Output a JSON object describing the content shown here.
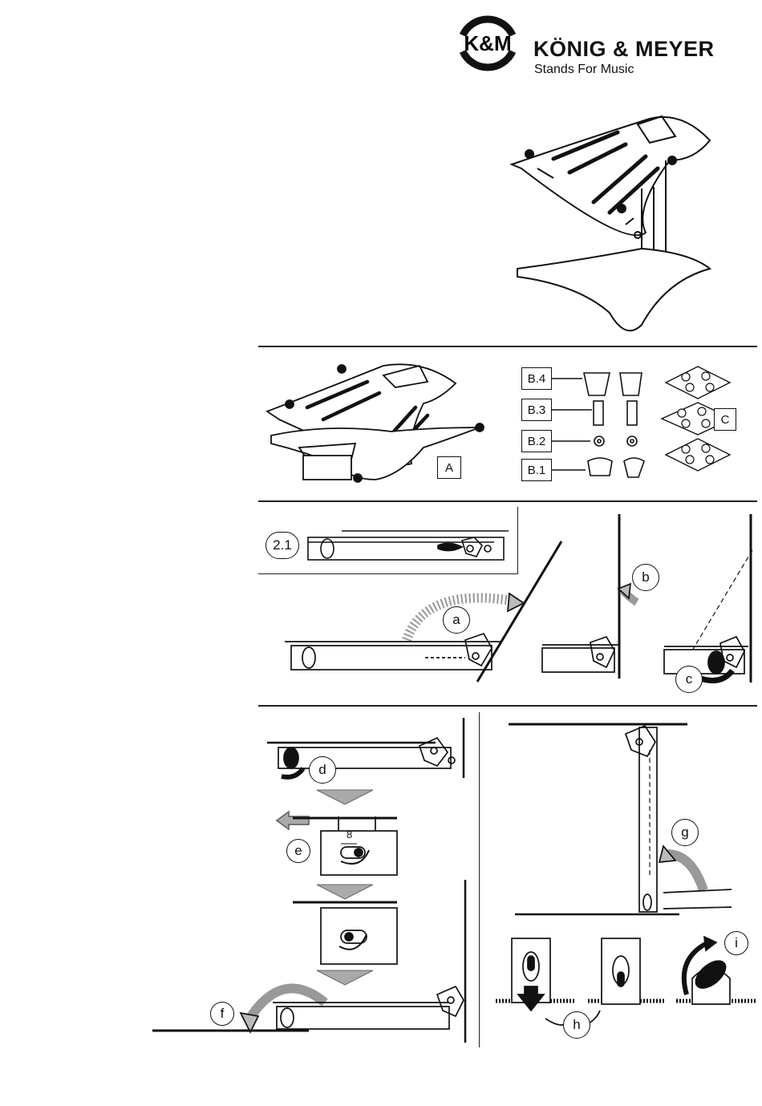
{
  "brand": {
    "seal_text": "K&M",
    "name": "KÖNIG & MEYER",
    "tagline": "Stands For Music"
  },
  "parts": {
    "a": "A",
    "b4": "B.4",
    "b3": "B.3",
    "b2": "B.2",
    "b1": "B.1",
    "c": "C"
  },
  "steps": {
    "s21": "2.1",
    "a": "a",
    "b": "b",
    "c": "c",
    "d": "d",
    "e": "e",
    "e_dim": "8",
    "f": "f",
    "g": "g",
    "h": "h",
    "i": "i"
  }
}
